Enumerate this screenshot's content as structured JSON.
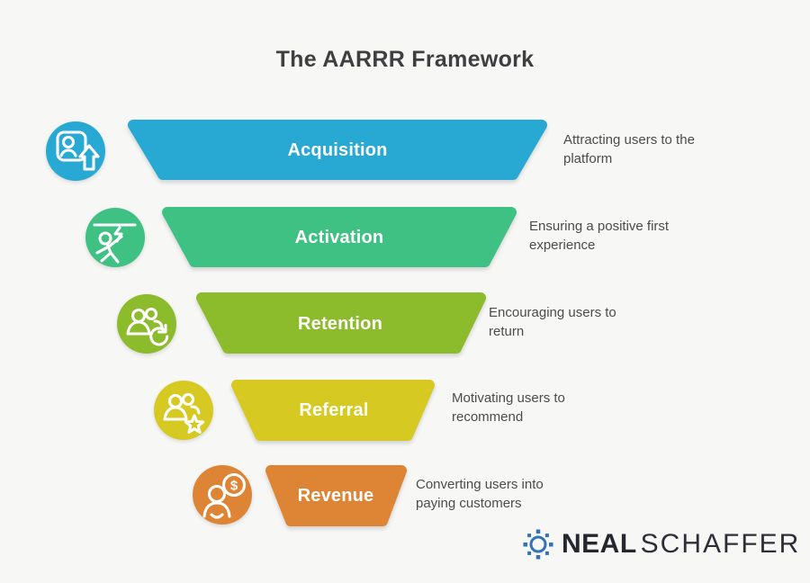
{
  "title": "The AARRR Framework",
  "funnel": {
    "stages": [
      {
        "label": "Acquisition",
        "description": "Attracting users to the platform",
        "color": "#28a9d3",
        "icon": "user-profile-up-arrow-icon"
      },
      {
        "label": "Activation",
        "description": "Ensuring a positive first experience",
        "color": "#3ec183",
        "icon": "person-celebrating-icon"
      },
      {
        "label": "Retention",
        "description": "Encouraging users to return",
        "color": "#8cbb2b",
        "icon": "users-refresh-icon"
      },
      {
        "label": "Referral",
        "description": "Motivating users to recommend",
        "color": "#d6c922",
        "icon": "users-star-icon"
      },
      {
        "label": "Revenue",
        "description": "Converting users into paying customers",
        "color": "#dd8435",
        "icon": "user-dollar-icon"
      }
    ]
  },
  "branding": {
    "name_bold": "NEAL",
    "name_light": "SCHAFFER",
    "logo_color": "#3273b8"
  }
}
